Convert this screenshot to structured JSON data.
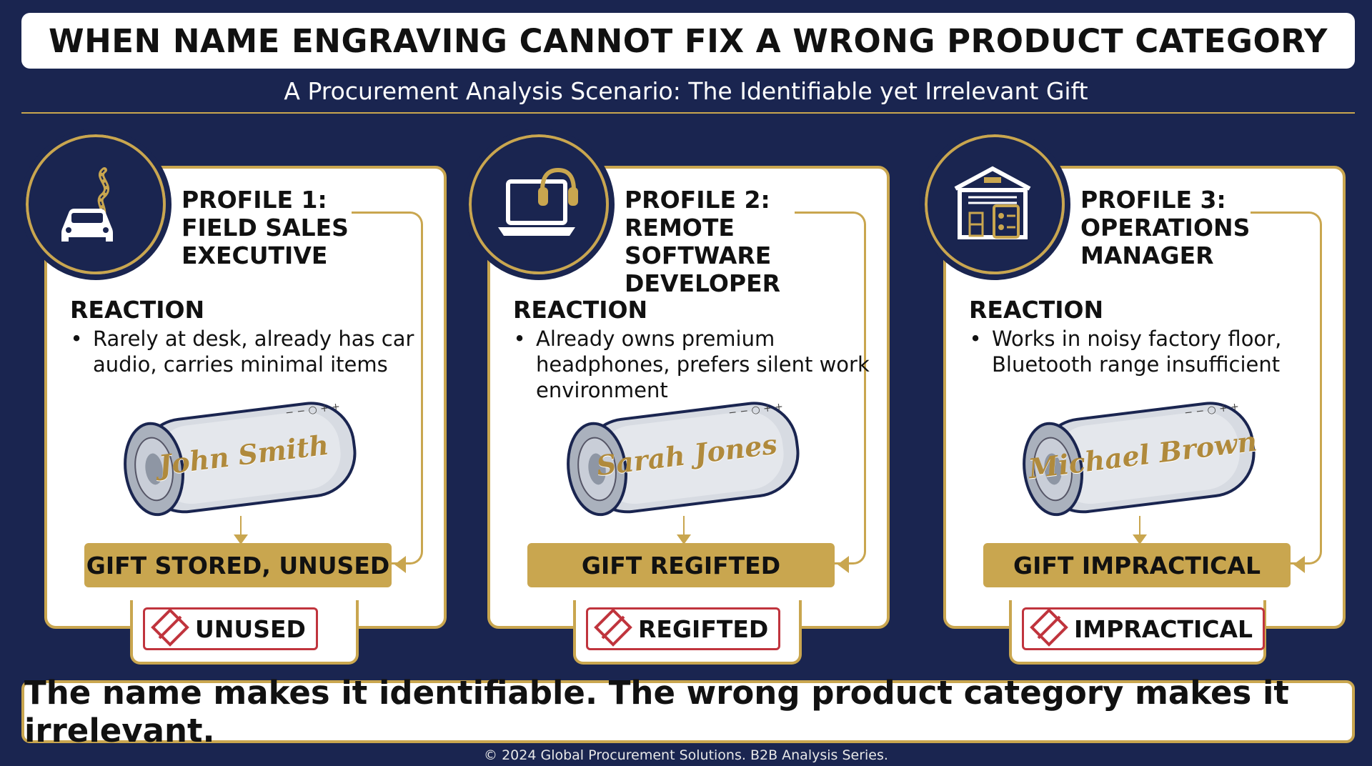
{
  "title": "WHEN NAME ENGRAVING CANNOT FIX A WRONG PRODUCT CATEGORY",
  "subtitle": "A Procurement Analysis Scenario: The Identifiable yet Irrelevant Gift",
  "profiles": [
    {
      "title": "PROFILE 1:\nFIELD SALES\nEXECUTIVE",
      "icon": "car-on-road-icon",
      "reaction_heading": "REACTION",
      "reaction": "Rarely at desk, already has car audio, carries minimal items",
      "engraved_name": "John Smith",
      "outcome": "GIFT STORED, UNUSED",
      "stamp": "UNUSED"
    },
    {
      "title": "PROFILE 2:\nREMOTE SOFTWARE\nDEVELOPER",
      "icon": "laptop-headphones-icon",
      "reaction_heading": "REACTION",
      "reaction": "Already owns premium headphones, prefers silent work environment",
      "engraved_name": "Sarah Jones",
      "outcome": "GIFT REGIFTED",
      "stamp": "REGIFTED"
    },
    {
      "title": "PROFILE 3:\nOPERATIONS\nMANAGER",
      "icon": "warehouse-clipboard-icon",
      "reaction_heading": "REACTION",
      "reaction": "Works in noisy factory floor, Bluetooth range insufficient",
      "engraved_name": "Michael Brown",
      "outcome": "GIFT IMPRACTICAL",
      "stamp": "IMPRACTICAL"
    }
  ],
  "footer": "The name makes it identifiable. The wrong product category makes it irrelevant.",
  "copyright": "© 2024 Global Procurement Solutions. B2B Analysis Series.",
  "colors": {
    "navy": "#1a2550",
    "gold": "#c9a64f",
    "stamp_red": "#c0343d"
  }
}
